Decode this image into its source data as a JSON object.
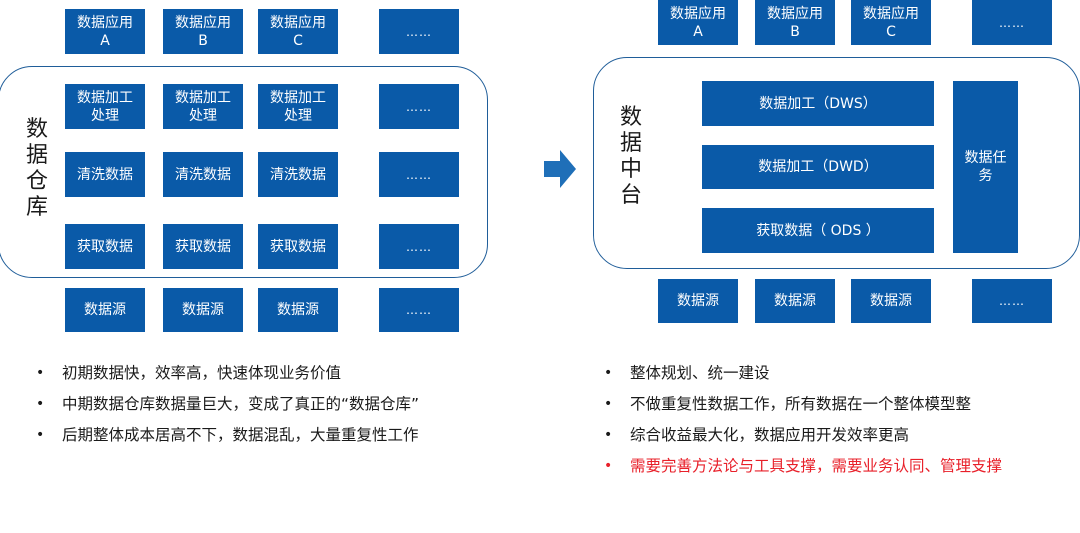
{
  "colors": {
    "box": "#0a5aa8",
    "frame": "#1f5d99",
    "arrow": "#1f6fb8",
    "highlight": "#e8202a"
  },
  "left": {
    "title": "数据仓库",
    "apps": [
      "数据应用\nA",
      "数据应用\nB",
      "数据应用\nC",
      "……"
    ],
    "process": [
      "数据加工\n处理",
      "数据加工\n处理",
      "数据加工\n处理",
      "……"
    ],
    "clean": [
      "清洗数据",
      "清洗数据",
      "清洗数据",
      "……"
    ],
    "fetch": [
      "获取数据",
      "获取数据",
      "获取数据",
      "……"
    ],
    "sources": [
      "数据源",
      "数据源",
      "数据源",
      "……"
    ],
    "bullets": [
      "初期数据快，效率高，快速体现业务价值",
      "中期数据仓库数据量巨大，变成了真正的“数据仓库”",
      "后期整体成本居高不下，数据混乱，大量重复性工作"
    ]
  },
  "arrow_icon": "right-arrow-icon",
  "right": {
    "title": "数据中台",
    "apps": [
      "数据应用\nA",
      "数据应用\nB",
      "数据应用\nC",
      "……"
    ],
    "layers": [
      "数据加工（DWS）",
      "数据加工（DWD）",
      "获取数据（ ODS ）"
    ],
    "task": "数据任务",
    "sources": [
      "数据源",
      "数据源",
      "数据源",
      "……"
    ],
    "bullets": [
      "整体规划、统一建设",
      "不做重复性数据工作，所有数据在一个整体模型整",
      "综合收益最大化，数据应用开发效率更高"
    ],
    "bullet_highlight": "需要完善方法论与工具支撑，需要业务认同、管理支撑"
  }
}
